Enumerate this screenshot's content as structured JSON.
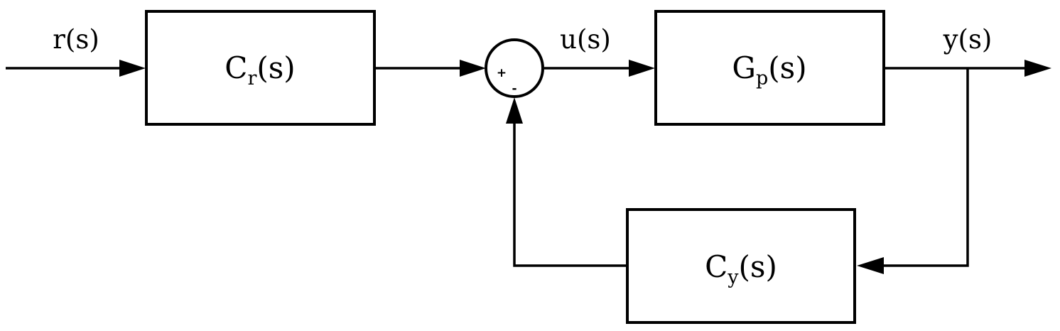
{
  "signals": {
    "input": "r(s)",
    "control": "u(s)",
    "output": "y(s)"
  },
  "blocks": {
    "reference_controller": {
      "main": "C",
      "sub": "r",
      "arg": "(s)"
    },
    "plant": {
      "main": "G",
      "sub": "p",
      "arg": "(s)"
    },
    "feedback_controller": {
      "main": "C",
      "sub": "y",
      "arg": "(s)"
    }
  },
  "summing_junction": {
    "plus_sign": "+",
    "minus_sign": "-"
  }
}
